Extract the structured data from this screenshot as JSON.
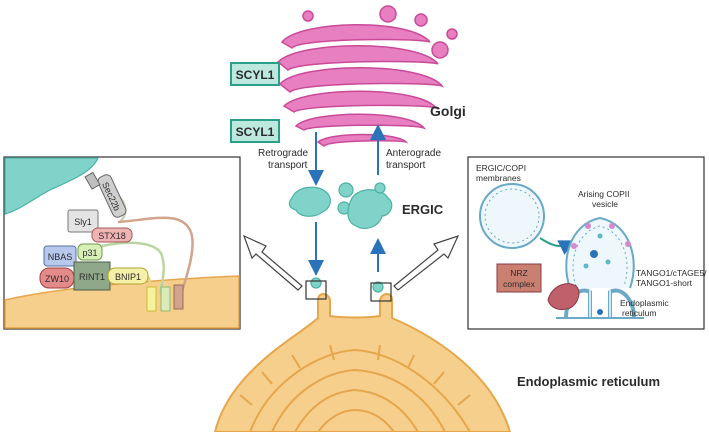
{
  "golgi": {
    "label": "Golgi"
  },
  "scyl_top": {
    "label": "SCYL1"
  },
  "scyl_bottom": {
    "label": "SCYL1"
  },
  "retrograde": {
    "line1": "Retrograde",
    "line2": "transport"
  },
  "anterograde": {
    "line1": "Anterograde",
    "line2": "transport"
  },
  "ergic": {
    "label": "ERGIC"
  },
  "er": {
    "label": "Endoplasmic reticulum"
  },
  "left_panel": {
    "sec22b": "Sec22b",
    "sly1": "Sly1",
    "stx18": "STX18",
    "nbas": "NBAS",
    "p31": "p31",
    "zw10": "ZW10",
    "rint1": "RINT1",
    "bnip1": "BNIP1"
  },
  "right_panel": {
    "ergic_copi_1": "ERGIC/COPI",
    "ergic_copi_2": "membranes",
    "arising_1": "Arising COPII",
    "arising_2": "vesicle",
    "nrz_1": "NRZ",
    "nrz_2": "complex",
    "tango_1": "TANGO1/cTAGE5/",
    "tango_2": "TANGO1-short",
    "er_1": "Endoplasmic",
    "er_2": "reticulum"
  },
  "colors": {
    "golgi": "#e77fc0",
    "golgi_dark": "#c94a98",
    "ergic": "#7fd3c8",
    "er": "#f7cf8c",
    "er_line": "#e6a64b",
    "arrow": "#2a73b8",
    "scyl_bg": "#bde8de",
    "scyl_border": "#2aa08a"
  }
}
